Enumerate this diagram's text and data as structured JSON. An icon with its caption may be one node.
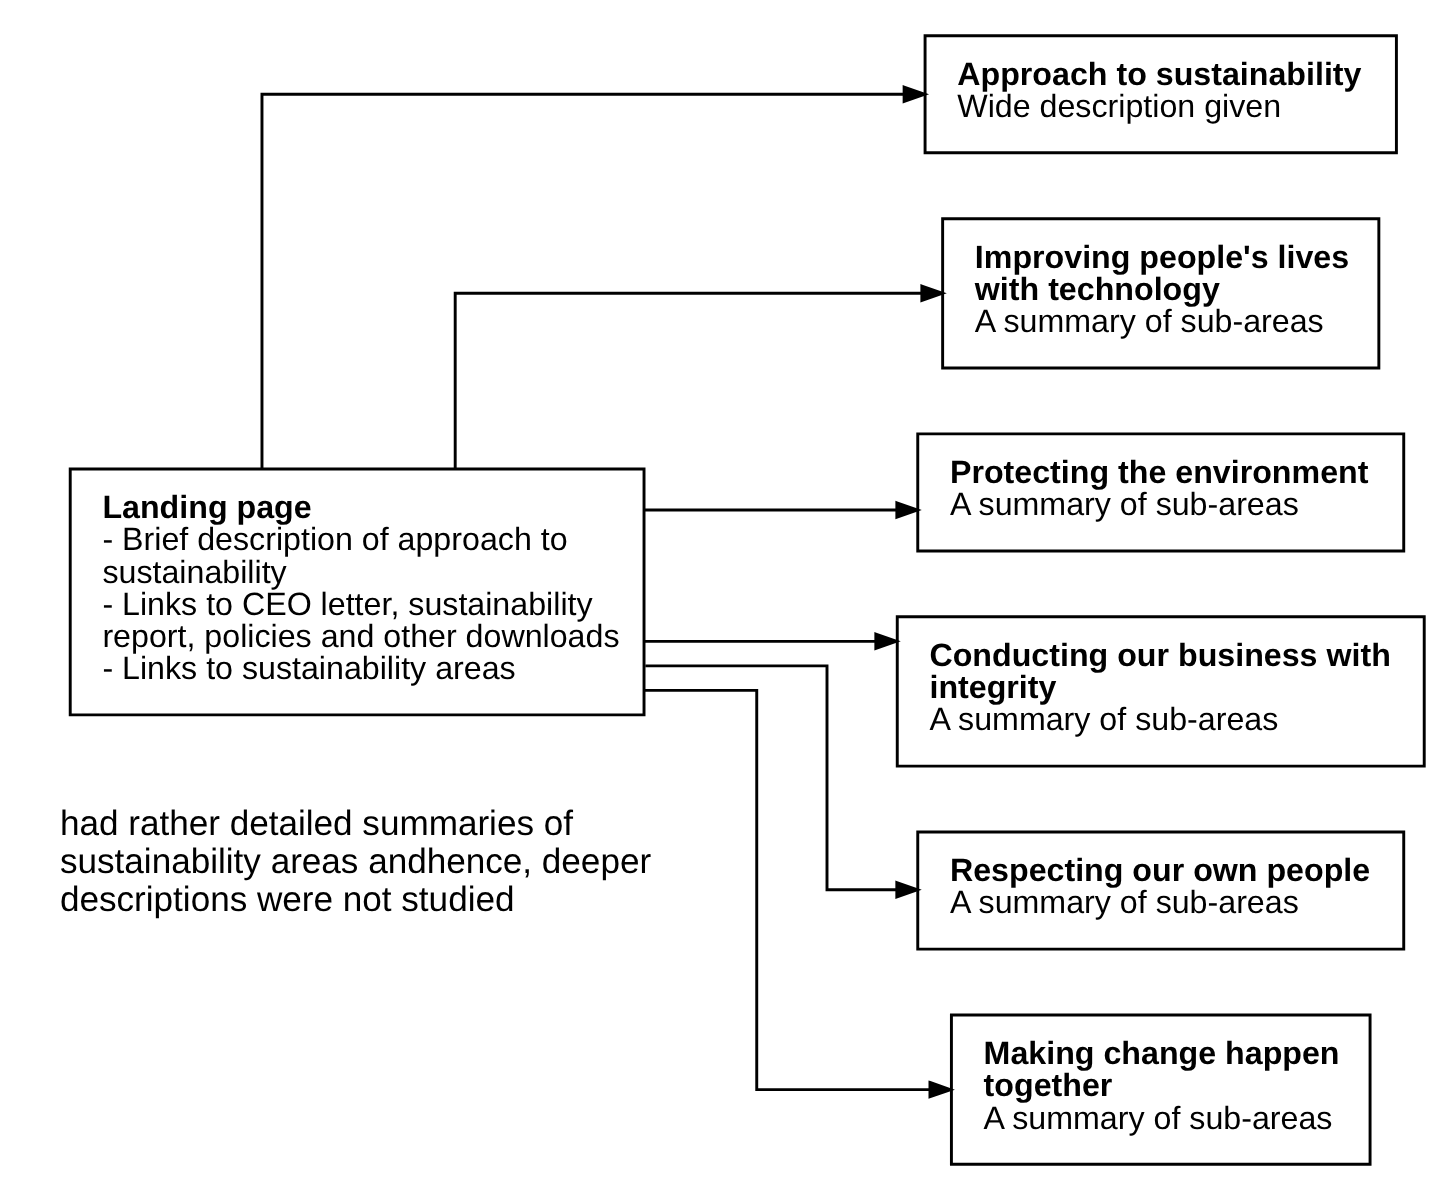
{
  "diagram": {
    "nodes": [
      {
        "text": [
          "Landing page",
          "- Brief description of approach to sustainability",
          "- Links to CEO letter, sustainability report, policies and other downloads",
          "- Links to sustainability areas"
        ]
      },
      {
        "text": [
          "Approach to sustainability",
          "Wide description given"
        ]
      },
      {
        "text": [
          "Improving people's lives with technology",
          "A summary of sub-areas"
        ]
      },
      {
        "text": [
          "Protecting the environment",
          "A summary of sub-areas"
        ]
      },
      {
        "text": [
          "Conducting our business with integrity",
          "A summary of sub-areas"
        ]
      },
      {
        "text": [
          "Respecting our own people",
          "A summary of sub-areas"
        ]
      },
      {
        "text": [
          "Making change happen together",
          "A summary of sub-areas"
        ]
      }
    ],
    "edges": [
      {
        "from": 0,
        "to": 1,
        "arrow": "to"
      },
      {
        "from": 0,
        "to": 2,
        "arrow": "to"
      },
      {
        "from": 0,
        "to": 3,
        "arrow": "to"
      },
      {
        "from": 0,
        "to": 4,
        "arrow": "to"
      },
      {
        "from": 0,
        "to": 5,
        "arrow": "to"
      },
      {
        "from": 0,
        "to": 6,
        "arrow": "to"
      }
    ],
    "labels": [
      "had rather detailed summaries of sustainability areas andhence, deeper descriptions were not studied"
    ]
  }
}
